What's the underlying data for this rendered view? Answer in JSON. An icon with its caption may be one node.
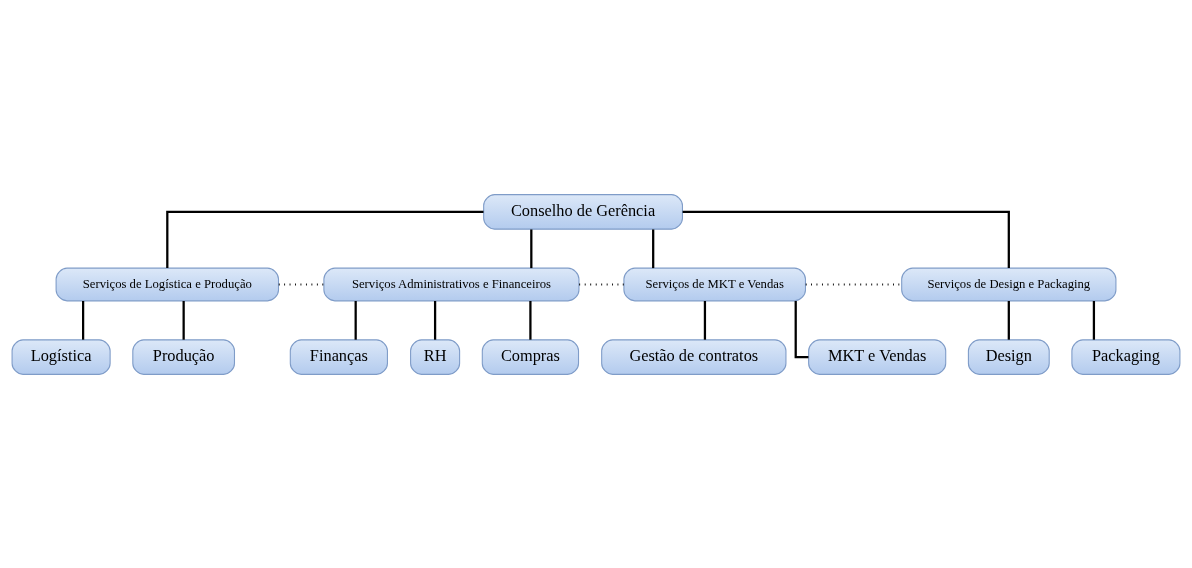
{
  "diagram": {
    "nodes": [
      {
        "text": [
          "Conselho de Gerência"
        ]
      },
      {
        "text": [
          "Serviços de Logística e Produção"
        ]
      },
      {
        "text": [
          "Serviços Administrativos e Financeiros"
        ]
      },
      {
        "text": [
          "Serviços de MKT e Vendas"
        ]
      },
      {
        "text": [
          "Serviços de Design e Packaging"
        ]
      },
      {
        "text": [
          "Logística"
        ]
      },
      {
        "text": [
          "Produção"
        ]
      },
      {
        "text": [
          "Finanças"
        ]
      },
      {
        "text": [
          "RH"
        ]
      },
      {
        "text": [
          "Compras"
        ]
      },
      {
        "text": [
          "Gestão de contratos"
        ]
      },
      {
        "text": [
          "MKT e Vendas"
        ]
      },
      {
        "text": [
          "Design"
        ]
      },
      {
        "text": [
          "Packaging"
        ]
      }
    ],
    "edges": [
      {
        "from": 0,
        "to": 1,
        "arrow": "none"
      },
      {
        "from": 0,
        "to": 2,
        "arrow": "none"
      },
      {
        "from": 0,
        "to": 3,
        "arrow": "none"
      },
      {
        "from": 0,
        "to": 4,
        "arrow": "none"
      },
      {
        "from": 1,
        "to": 2,
        "arrow": "none",
        "style": "dashed"
      },
      {
        "from": 2,
        "to": 3,
        "arrow": "none",
        "style": "dashed"
      },
      {
        "from": 3,
        "to": 4,
        "arrow": "none",
        "style": "dashed"
      },
      {
        "from": 1,
        "to": 5,
        "arrow": "none"
      },
      {
        "from": 1,
        "to": 6,
        "arrow": "none"
      },
      {
        "from": 2,
        "to": 7,
        "arrow": "none"
      },
      {
        "from": 2,
        "to": 8,
        "arrow": "none"
      },
      {
        "from": 2,
        "to": 9,
        "arrow": "none"
      },
      {
        "from": 3,
        "to": 10,
        "arrow": "none"
      },
      {
        "from": 3,
        "to": 11,
        "arrow": "none"
      },
      {
        "from": 4,
        "to": 12,
        "arrow": "none"
      },
      {
        "from": 4,
        "to": 13,
        "arrow": "none"
      }
    ]
  }
}
